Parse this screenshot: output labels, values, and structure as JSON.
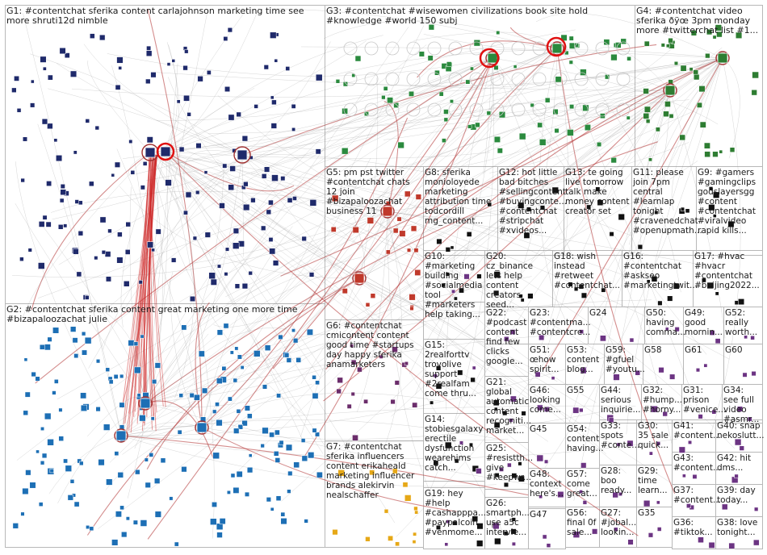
{
  "colors": {
    "G1": "#1f2a6b",
    "G2": "#1d6fb5",
    "G3": "#2b8a3e",
    "G4": "#2e7d32",
    "G5": "#c0392b",
    "G6": "#6b2d6b",
    "G7": "#e6a817",
    "G8": "#111111",
    "G9": "#8e44ad",
    "G10": "#4a4a4a",
    "G11": "#9b59b6",
    "G12": "#7b3f00",
    "G13": "#555555",
    "other": "#6c3483",
    "edge": "#8a8a8a",
    "edgeStrong": "#b03030"
  },
  "groups": [
    {
      "id": "G1",
      "text": "G1: #contentchat sferika content carlajohnson marketing time see more shruti12d nimble"
    },
    {
      "id": "G2",
      "text": "G2: #contentchat sferika content great marketing one more time #bizapaloozachat julie"
    },
    {
      "id": "G3",
      "text": "G3: #contentchat #wisewomen civilizations book site hold #knowledge #world 150 subj"
    },
    {
      "id": "G4",
      "text": "G4: #contentchat video sferika ðÿœ 3pm monday more #twitterchat list #1..."
    },
    {
      "id": "G5",
      "text": "G5: pm pst twitter #contentchat chats 12 join #bizapaloozachat business 11"
    },
    {
      "id": "G8",
      "text": "G8: sferika monioloyede marketing attribution time todcordill mg_content..."
    },
    {
      "id": "G12",
      "text": "G12: hot little bad bitches #sellingcontent #buyingconte... #contentchat #stripchat #xvideos..."
    },
    {
      "id": "G13",
      "text": "G13: te going live tomorrow talk make money content creator set"
    },
    {
      "id": "G11",
      "text": "G11: please join 7pm central #learnlap tonight #cravenedchat #openupmath..."
    },
    {
      "id": "G9",
      "text": "G9: #gamers #gamingclips godslayersgg #content #contentchat #viralvideo rapid kills..."
    },
    {
      "id": "G10",
      "text": "G10: #marketing building #socialmedia tool #marketers help taking..."
    },
    {
      "id": "G20",
      "text": "G20: cz_binance lets help content creators seed..."
    },
    {
      "id": "G18",
      "text": "G18: wish instead #retweet #contentchat..."
    },
    {
      "id": "G16",
      "text": "G16: #contentchat #askseo #marketingtwit..."
    },
    {
      "id": "G17",
      "text": "G17: #hvac #hvacr #contentchat #beijing2022..."
    },
    {
      "id": "G6",
      "text": "G6: #contentchat cmicontent content good time #startups day happy sferika anamarketers"
    },
    {
      "id": "G22",
      "text": "G22: #podcast content find few clicks google..."
    },
    {
      "id": "G23",
      "text": "G23: #contentma... #contentcre..."
    },
    {
      "id": "G24",
      "text": "G24"
    },
    {
      "id": "G50",
      "text": "G50: having comma..."
    },
    {
      "id": "G49",
      "text": "G49: good mornin..."
    },
    {
      "id": "G52",
      "text": "G52: really worth..."
    },
    {
      "id": "G15",
      "text": "G15: 2realforttv trovolive support #2realfam come thru..."
    },
    {
      "id": "G51",
      "text": "G51: œhow spirit..."
    },
    {
      "id": "G53",
      "text": "G53: content blog..."
    },
    {
      "id": "G59",
      "text": "G59: #gfuel #youtu..."
    },
    {
      "id": "G58",
      "text": "G58"
    },
    {
      "id": "G61",
      "text": "G61"
    },
    {
      "id": "G60",
      "text": "G60"
    },
    {
      "id": "G21",
      "text": "G21: global automatic content recogniti... market..."
    },
    {
      "id": "G46",
      "text": "G46: looking come..."
    },
    {
      "id": "G55",
      "text": "G55"
    },
    {
      "id": "G44",
      "text": "G44: serious inquirie..."
    },
    {
      "id": "G32",
      "text": "G32: #hump... #horny..."
    },
    {
      "id": "G31",
      "text": "G31: prison #venice..."
    },
    {
      "id": "G34",
      "text": "G34: see full video #asmr..."
    },
    {
      "id": "G14",
      "text": "G14: stobiesgalaxy erectile dysfunction wearehims catch..."
    },
    {
      "id": "G45",
      "text": "G45"
    },
    {
      "id": "G54",
      "text": "G54: content having..."
    },
    {
      "id": "G33",
      "text": "G33: spots #conte..."
    },
    {
      "id": "G30",
      "text": "G30: 35 sale quick..."
    },
    {
      "id": "G41",
      "text": "G41: #content..."
    },
    {
      "id": "G40",
      "text": "G40: snap nekoslutt..."
    },
    {
      "id": "G7",
      "text": "G7: #contentchat sferika influencers content erikaheald marketing influencer brands alekirvin nealschaffer"
    },
    {
      "id": "G25",
      "text": "G25: #resistth... give #keepwr..."
    },
    {
      "id": "G43",
      "text": "G43: #content..."
    },
    {
      "id": "G42",
      "text": "G42: hit dms..."
    },
    {
      "id": "G28",
      "text": "G28: boo ready..."
    },
    {
      "id": "G29",
      "text": "G29: time learn..."
    },
    {
      "id": "G57",
      "text": "G57: come great..."
    },
    {
      "id": "G48",
      "text": "G48: context here's..."
    },
    {
      "id": "G37",
      "text": "G37: #content..."
    },
    {
      "id": "G39",
      "text": "G39: day today..."
    },
    {
      "id": "G19",
      "text": "G19: hey #help #cashapppa... #paypalcoin #venmome..."
    },
    {
      "id": "G26",
      "text": "G26: smartph... use a5c intervie..."
    },
    {
      "id": "G47",
      "text": "G47"
    },
    {
      "id": "G56",
      "text": "G56: final 0f sale..."
    },
    {
      "id": "G27",
      "text": "G27: #jobal... lookin..."
    },
    {
      "id": "G35",
      "text": "G35"
    },
    {
      "id": "G36",
      "text": "G36: #tiktok..."
    },
    {
      "id": "G38",
      "text": "G38: love tonight..."
    }
  ]
}
